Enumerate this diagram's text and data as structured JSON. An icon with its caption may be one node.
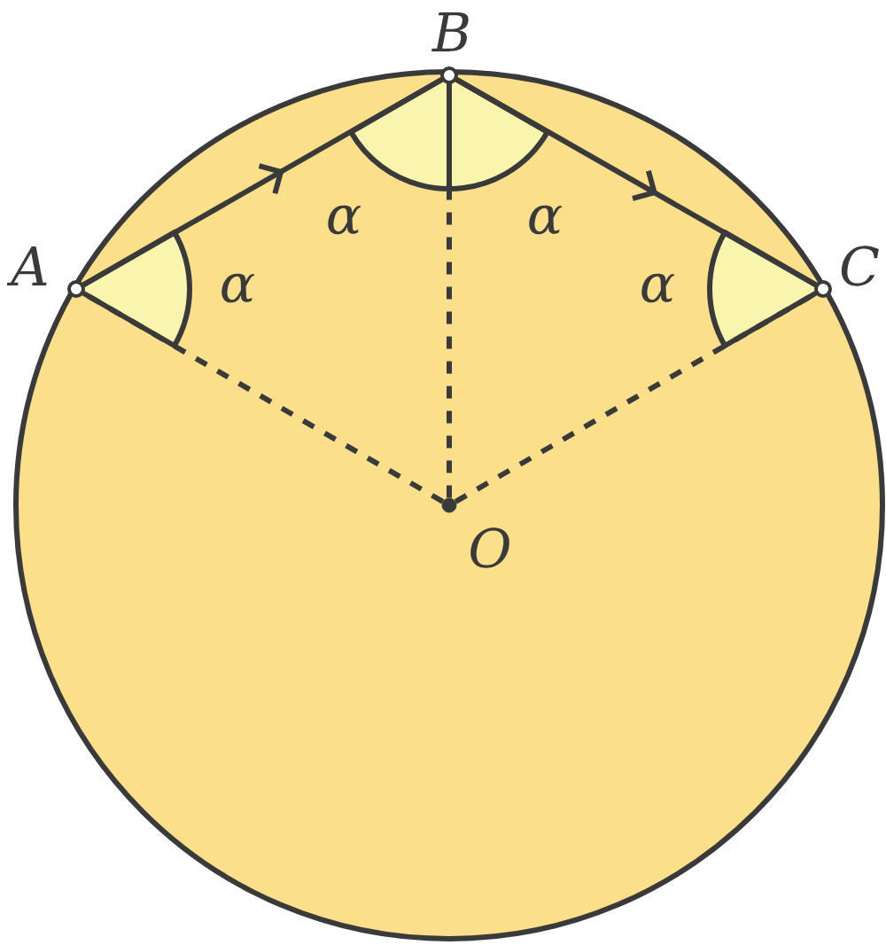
{
  "diagram": {
    "nodes": [
      {
        "text": [
          "A"
        ]
      },
      {
        "text": [
          "B"
        ]
      },
      {
        "text": [
          "C"
        ]
      },
      {
        "text": [
          "O"
        ]
      }
    ],
    "edges": [
      {
        "from": 0,
        "to": 1,
        "arrow": "to"
      },
      {
        "from": 1,
        "to": 2,
        "arrow": "to"
      },
      {
        "from": 3,
        "to": 0,
        "arrow": "none",
        "style": "dashed"
      },
      {
        "from": 3,
        "to": 1,
        "arrow": "none",
        "style": "dashed"
      },
      {
        "from": 3,
        "to": 2,
        "arrow": "none",
        "style": "dashed"
      }
    ],
    "labels": [
      "α",
      "α",
      "α",
      "α"
    ]
  }
}
